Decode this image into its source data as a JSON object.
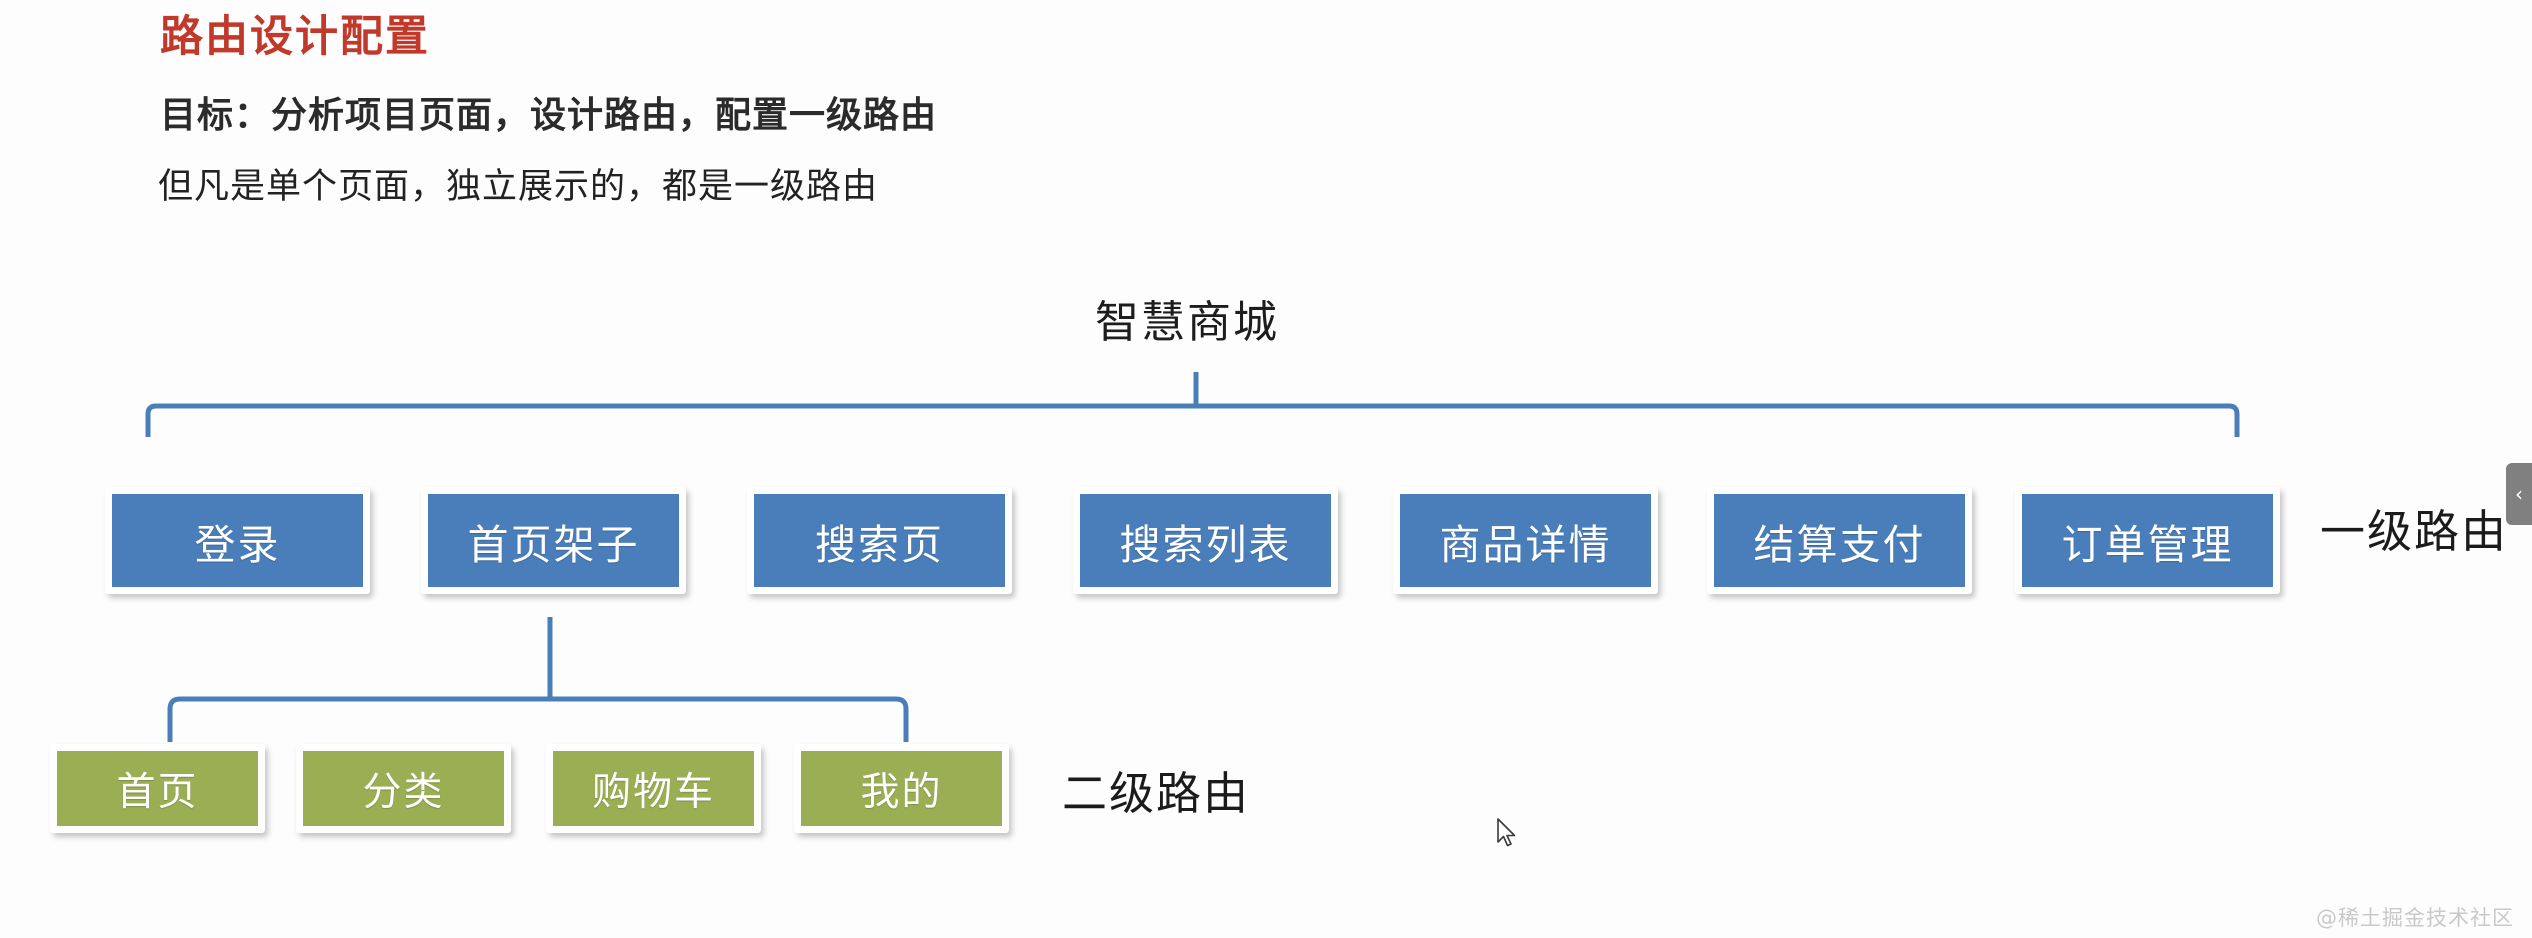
{
  "slide": {
    "title": "路由设计配置",
    "goal": "目标：分析项目页面，设计路由，配置一级路由",
    "note": "但凡是单个页面，独立展示的，都是一级路由"
  },
  "diagram": {
    "root": "智慧商城",
    "level1_caption": "一级路由",
    "level2_caption": "二级路由",
    "level1_nodes": [
      {
        "label": "登录"
      },
      {
        "label": "首页架子"
      },
      {
        "label": "搜索页"
      },
      {
        "label": "搜索列表"
      },
      {
        "label": "商品详情"
      },
      {
        "label": "结算支付"
      },
      {
        "label": "订单管理"
      }
    ],
    "level2_nodes": [
      {
        "label": "首页"
      },
      {
        "label": "分类"
      },
      {
        "label": "购物车"
      },
      {
        "label": "我的"
      }
    ]
  },
  "chrome": {
    "collapse_tab_glyph": "‹",
    "watermark": "@稀土掘金技术社区"
  },
  "colors": {
    "title": "#C0392B",
    "level1_box": "#4A7EBB",
    "level2_box": "#9AAE54",
    "connector": "#4A7EBB",
    "text_dark": "#1d1d1d"
  }
}
